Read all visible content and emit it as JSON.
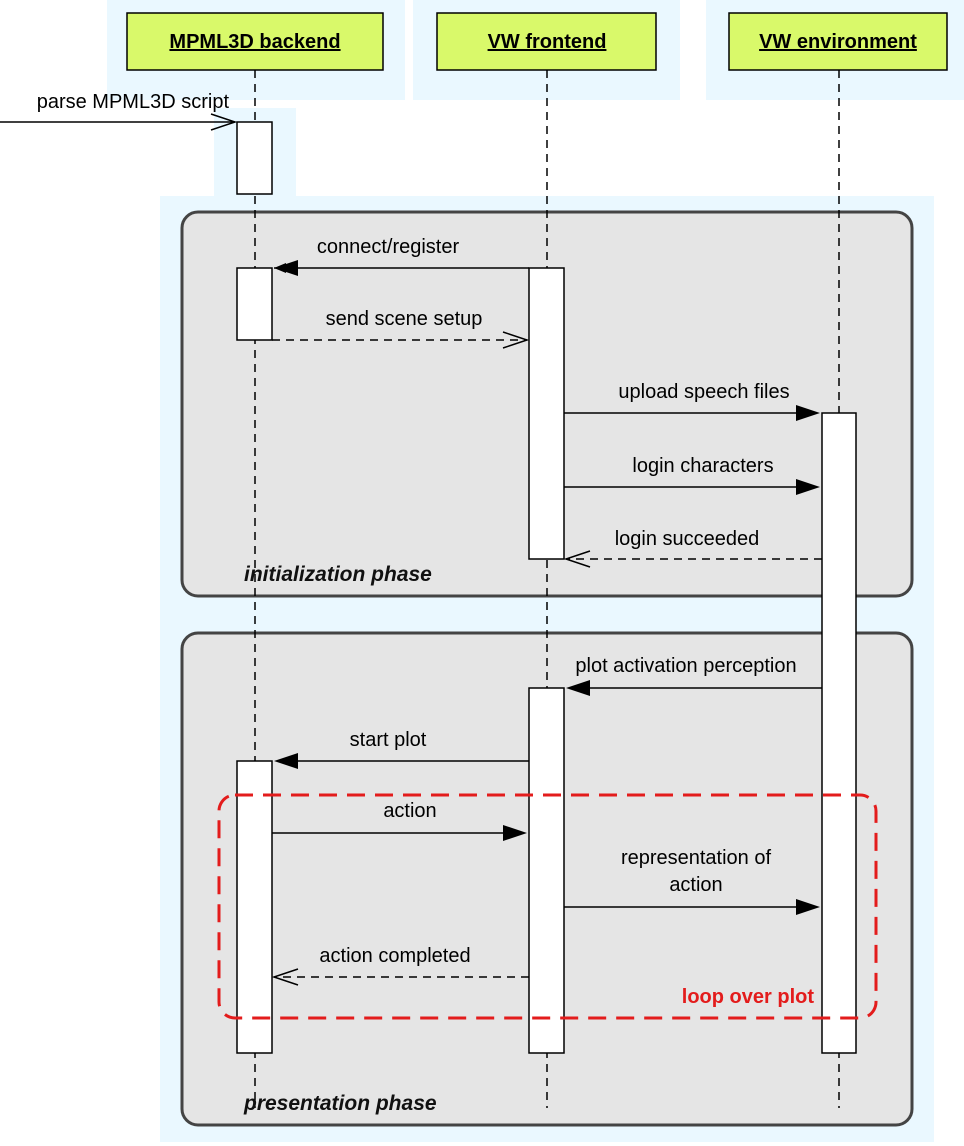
{
  "actors": {
    "backend": "MPML3D backend",
    "frontend": "VW frontend",
    "environment": "VW environment"
  },
  "messages": {
    "parse": "parse MPML3D script",
    "connect": "connect/register",
    "send_scene": "send scene setup",
    "upload_speech": "upload speech files",
    "login_chars": "login characters",
    "login_succeeded": "login succeeded",
    "plot_activation": "plot activation perception",
    "start_plot": "start plot",
    "action": "action",
    "representation_line1": "representation of",
    "representation_line2": "action",
    "action_completed": "action completed"
  },
  "frames": {
    "init_label": "initialization phase",
    "presentation_label": "presentation phase",
    "loop_label": "loop over plot"
  },
  "colors": {
    "actor_fill": "#d9f96a",
    "frame_fill": "#e5e5e5",
    "highlight": "#eaf8ff",
    "loop": "#e31c1c"
  }
}
